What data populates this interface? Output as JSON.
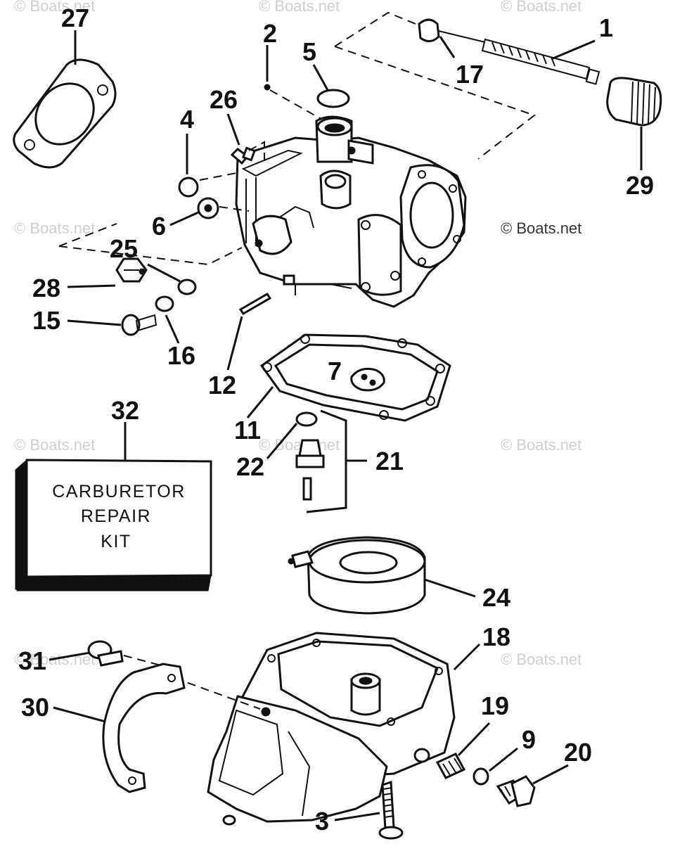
{
  "watermark": "© Boats.net",
  "kit_box": {
    "line1": "CARBURETOR",
    "line2": "REPAIR",
    "line3": "KIT"
  },
  "callouts": {
    "n1": "1",
    "n2": "2",
    "n3": "3",
    "n4": "4",
    "n5": "5",
    "n6": "6",
    "n7": "7",
    "n9": "9",
    "n11": "11",
    "n12": "12",
    "n15": "15",
    "n16": "16",
    "n17": "17",
    "n18": "18",
    "n19": "19",
    "n20": "20",
    "n21": "21",
    "n22": "22",
    "n24": "24",
    "n25": "25",
    "n26": "26",
    "n27": "27",
    "n28": "28",
    "n29": "29",
    "n30": "30",
    "n31": "31",
    "n32": "32"
  }
}
